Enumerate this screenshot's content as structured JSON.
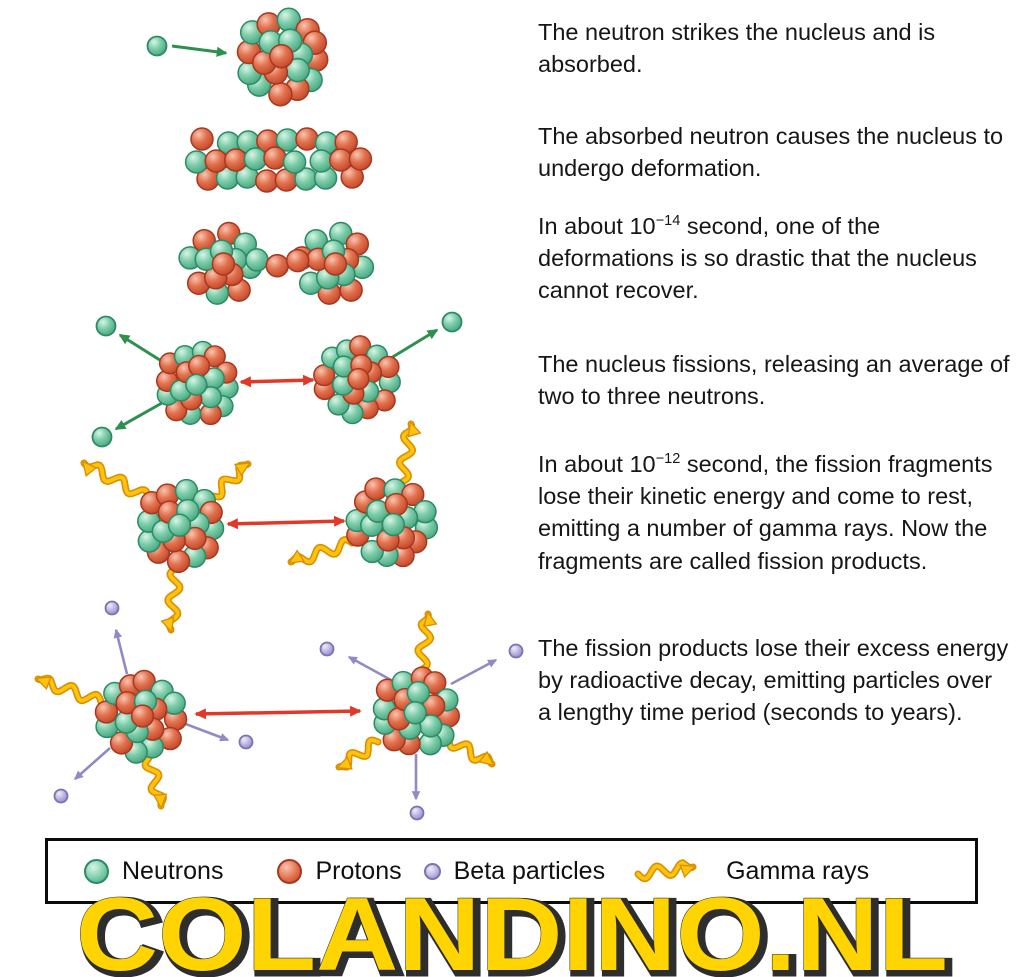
{
  "steps": [
    {
      "text": "The neutron strikes the nucleus and is absorbed."
    },
    {
      "text": "The absorbed neutron causes the nucleus to undergo deformation."
    },
    {
      "pre": "In about 10",
      "sup": "−14",
      "post": " second, one of the deformations is so drastic that the nucleus cannot recover."
    },
    {
      "text": "The nucleus fissions, releasing an average of two to three neutrons."
    },
    {
      "pre": "In about 10",
      "sup": "−12",
      "post": " second, the fission fragments lose their kinetic energy and come to rest, emitting a number of gamma rays. Now the fragments are called fission products."
    },
    {
      "text": "The fission products lose their excess energy by radioactive decay, emitting particles over a lengthy time period (seconds to years)."
    }
  ],
  "legend": {
    "items": [
      {
        "icon": "neutron-icon",
        "label": "Neutrons"
      },
      {
        "icon": "proton-icon",
        "label": "Protons"
      },
      {
        "icon": "beta-particle-icon",
        "label": "Beta particles"
      },
      {
        "icon": "gamma-ray-icon",
        "label": "Gamma rays"
      }
    ]
  },
  "watermark": "COLANDINO.NL",
  "colors": {
    "neutron": "#6cc6a0",
    "proton": "#e0694c",
    "beta_particle": "#b9b0dd",
    "gamma_ray": "#ffc30e",
    "gamma_outline": "#d98f00",
    "neutron_arrow": "#2f8f4f",
    "fission_arrow": "#e0392a",
    "beta_arrow": "#918ac6",
    "watermark": "#ffd400",
    "watermark_outline": "#2a2a2a"
  }
}
